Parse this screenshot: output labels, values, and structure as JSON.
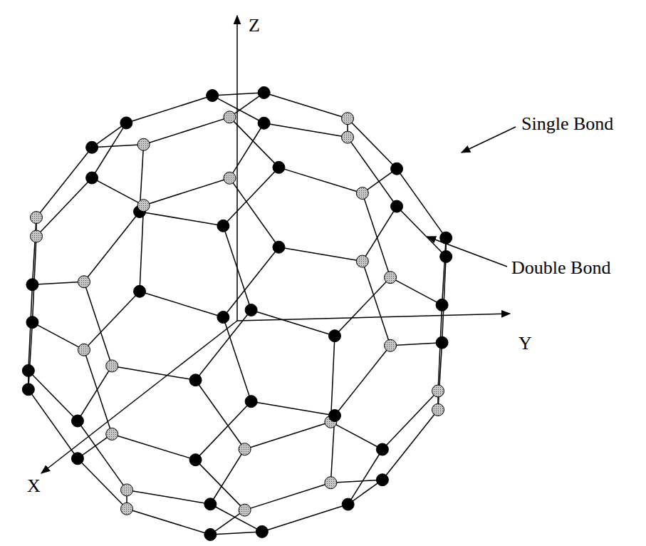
{
  "diagram": {
    "labels": [
      "Z",
      "Y",
      "X",
      "Single Bond",
      "Double Bond"
    ]
  }
}
